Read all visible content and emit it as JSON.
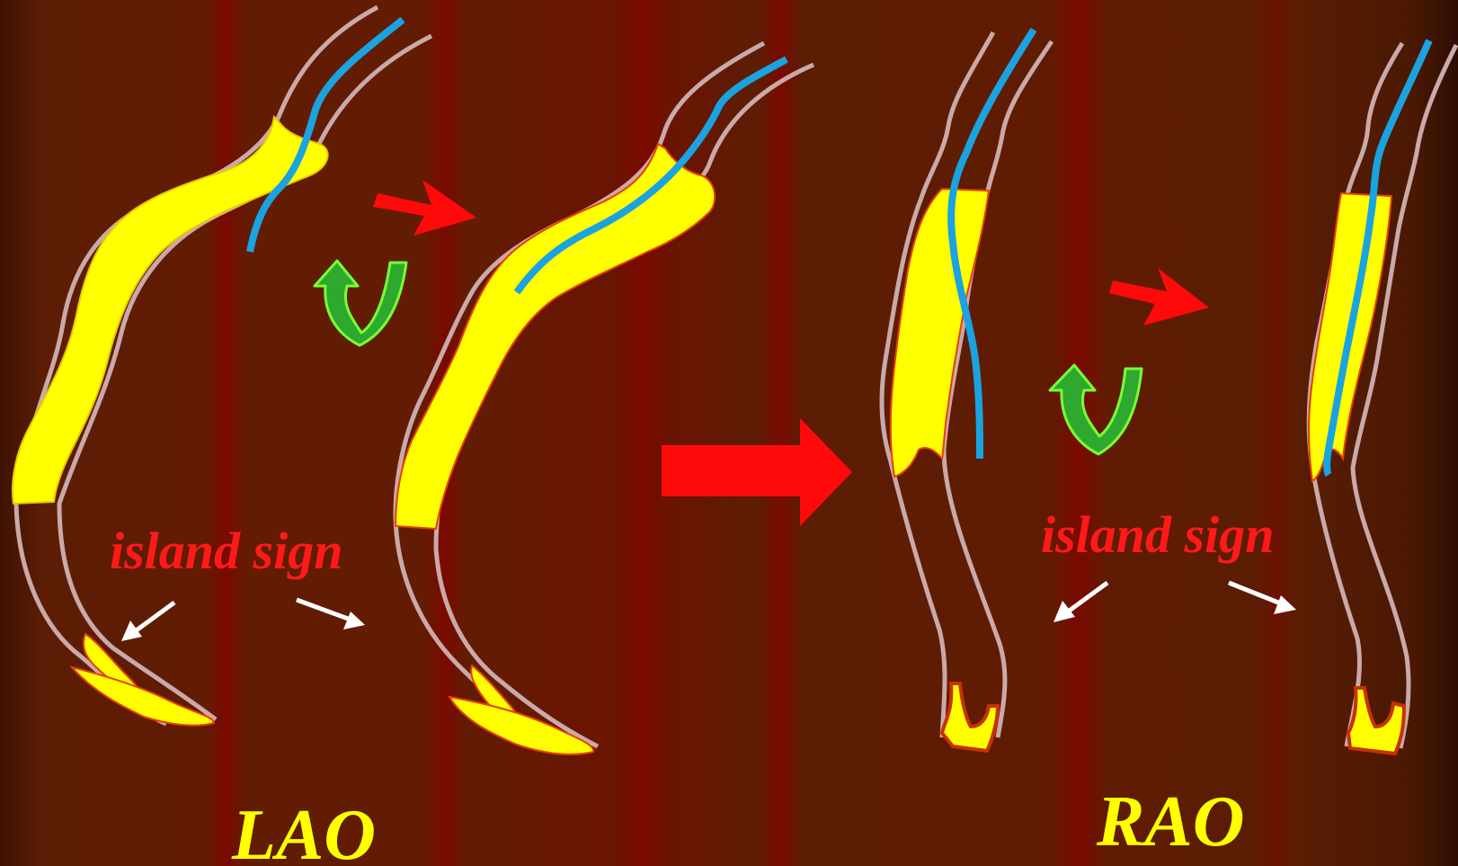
{
  "labels": {
    "island_left": "island sign",
    "island_right": "island sign",
    "lao": "LAO",
    "rao": "RAO"
  },
  "colors": {
    "background": "#5c1d04",
    "band": "#7a0a00",
    "vessel_wall": "#c9a9a9",
    "contrast": "#ffff00",
    "contrast_edge": "#e8400a",
    "wire": "#1aa3e0",
    "arrow_red": "#ff0a0a",
    "arrow_green": "#2ea82e",
    "arrow_green_edge": "#77ff33",
    "arrow_white": "#ffffff",
    "label_red": "#ff1a1a",
    "label_yellow": "#ffff00"
  },
  "icons": {
    "rotation": "green-u-turn-arrow-icon",
    "transition": "red-block-arrow-icon",
    "pointer": "white-pointer-arrow-icon"
  }
}
